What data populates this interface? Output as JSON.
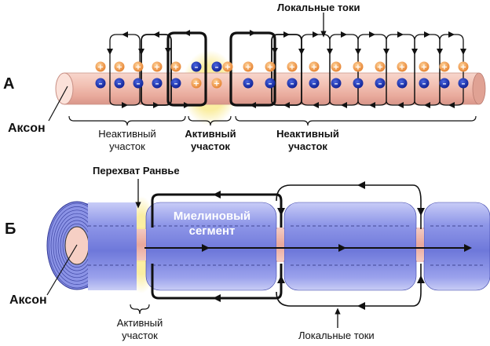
{
  "section_a": {
    "letter": "А",
    "top_label": "Локальные токи",
    "axon_label": "Аксон",
    "inactive_left": [
      "Неактивный",
      "участок"
    ],
    "active": [
      "Активный",
      "участок"
    ],
    "inactive_right": [
      "Неактивный",
      "участок"
    ]
  },
  "section_b": {
    "letter": "Б",
    "node_label": "Перехват Ранвье",
    "myelin_label": [
      "Миелиновый",
      "сегмент"
    ],
    "axon_label": "Аксон",
    "active": [
      "Активный",
      "участок"
    ],
    "currents_label": "Локальные токи"
  },
  "charges": {
    "plus": "+",
    "minus": "–"
  },
  "colors": {
    "axon": "#f2c0b4",
    "myelin": "#8f97e8",
    "active_glow": "#f9e98a",
    "plus": "#f0a04c",
    "minus": "#1d34b5",
    "current": "#111111"
  }
}
